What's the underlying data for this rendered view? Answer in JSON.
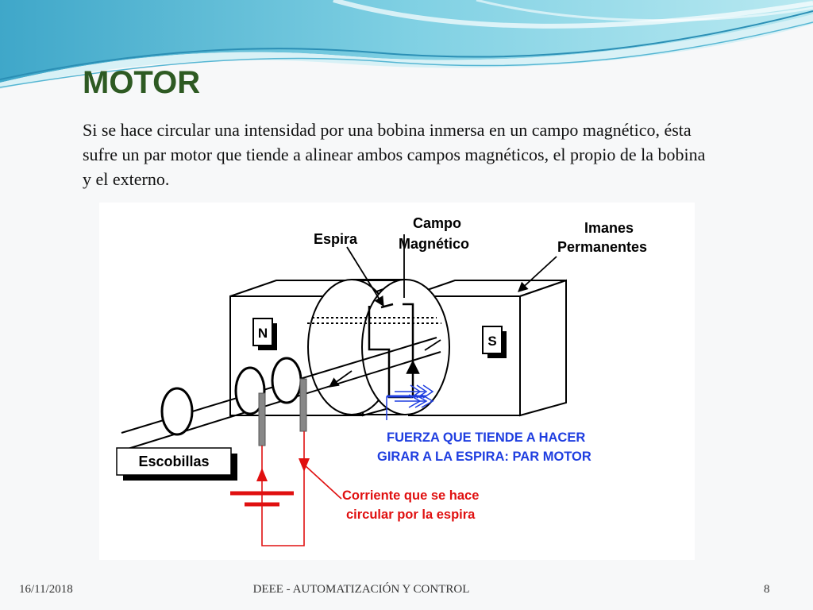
{
  "slide": {
    "title": "MOTOR",
    "body": "Si se hace circular una intensidad por una bobina inmersa en un campo magnético, ésta sufre un par motor que tiende a alinear ambos campos magnéticos, el propio de la bobina y el externo."
  },
  "diagram": {
    "labels": {
      "espira": "Espira",
      "campo_line1": "Campo",
      "campo_line2": "Magnético",
      "imanes_line1": "Imanes",
      "imanes_line2": "Permanentes",
      "pole_n": "N",
      "pole_s": "S",
      "escobillas": "Escobillas",
      "fuerza_line1": "FUERZA QUE TIENDE A HACER",
      "fuerza_line2": "GIRAR A LA ESPIRA: PAR MOTOR",
      "corriente_line1": "Corriente que se hace",
      "corriente_line2": "circular por la espira"
    },
    "colors": {
      "force": "#1f3ee0",
      "current": "#e01010",
      "stroke": "#000000",
      "title": "#2e5a23"
    }
  },
  "footer": {
    "date": "16/11/2018",
    "center": "DEEE - AUTOMATIZACIÓN Y CONTROL",
    "page": "8"
  }
}
